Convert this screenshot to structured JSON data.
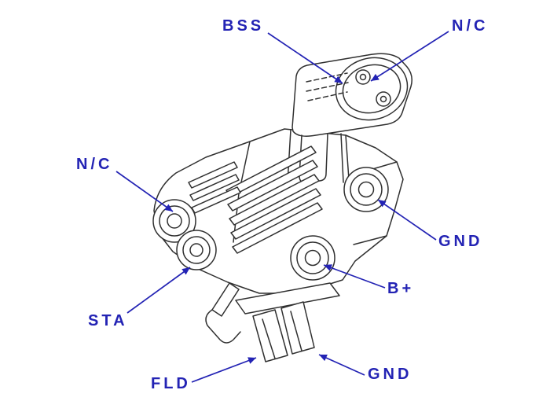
{
  "figure": {
    "labels": {
      "bss": "BSS",
      "nc_top": "N/C",
      "nc_left": "N/C",
      "gnd_right": "GND",
      "b_plus": "B+",
      "sta": "STA",
      "fld": "FLD",
      "gnd_bottom": "GND"
    },
    "colors": {
      "label": "#2323B4",
      "line_art": "#303030",
      "background": "#FFFFFF"
    }
  }
}
